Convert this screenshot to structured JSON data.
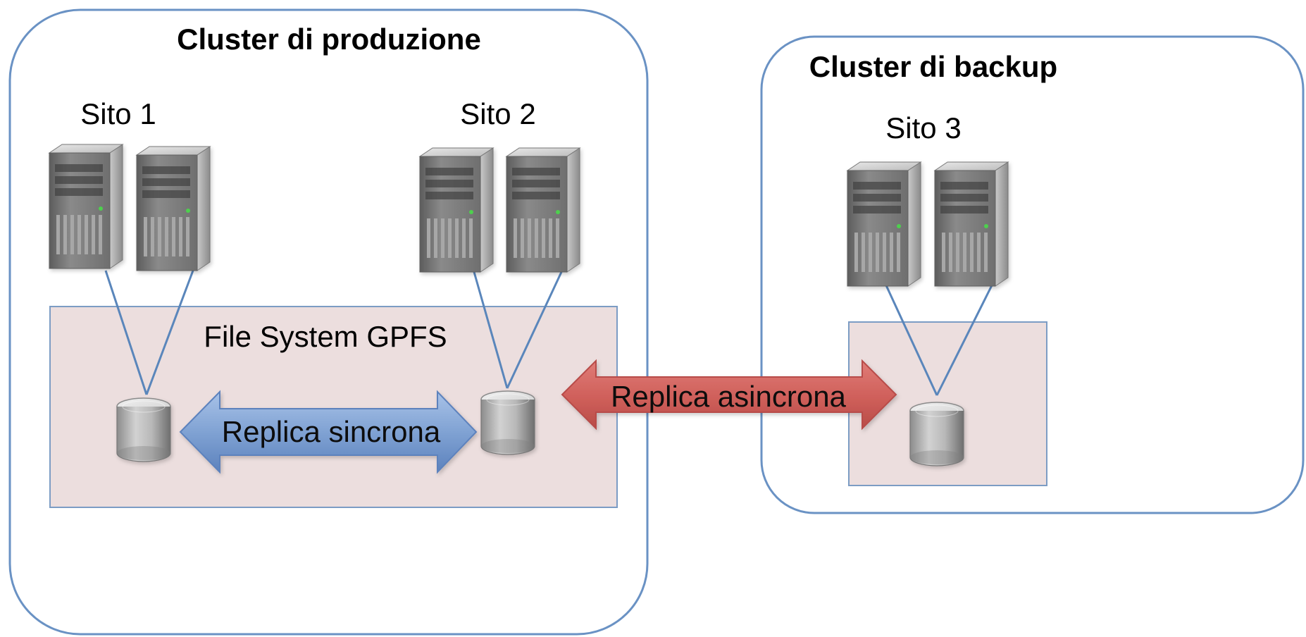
{
  "clusters": {
    "production": {
      "title": "Cluster di produzione"
    },
    "backup": {
      "title": "Cluster di backup"
    }
  },
  "sites": {
    "site1": "Sito 1",
    "site2": "Sito 2",
    "site3": "Sito 3"
  },
  "file_system": {
    "label": "File System GPFS"
  },
  "replication": {
    "sync_label": "Replica sincrona",
    "async_label": "Replica asincrona"
  },
  "colors": {
    "cluster_border": "#6a92c4",
    "storage_fill": "#ecdede",
    "storage_border": "#7c9cc4",
    "connector_line": "#5a86bb",
    "sync_arrow": "#7a9fd2",
    "async_arrow": "#cf5f5a",
    "server_body": "#8a8a8a",
    "database_body": "#9f9f9f"
  },
  "icons": {
    "server": "server-tower-icon",
    "database": "database-cylinder-icon"
  }
}
